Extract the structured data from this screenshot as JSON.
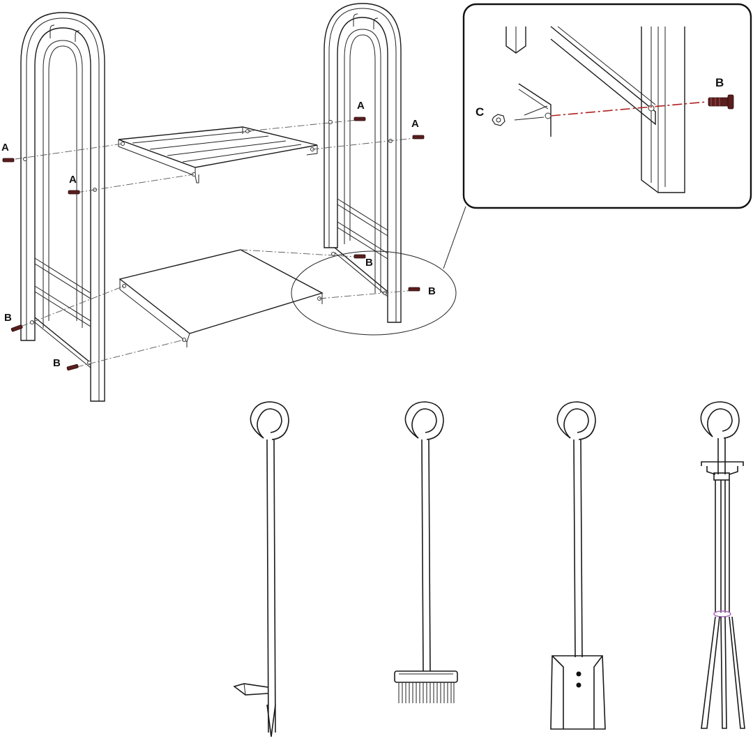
{
  "labels": {
    "bolt_a": "A",
    "bolt_b": "B",
    "nut_c": "C"
  },
  "icons": {
    "rack_frame": "log-rack-frame-icon",
    "upper_shelf": "upper-grate-shelf-icon",
    "lower_shelf": "lower-solid-shelf-icon",
    "bolt": "bolt-icon",
    "nut": "hex-nut-icon",
    "poker": "fireplace-poker-icon",
    "brush": "fireplace-brush-icon",
    "shovel": "fireplace-shovel-icon",
    "tongs": "fireplace-tongs-icon"
  },
  "colors": {
    "line": "#1a1a1a",
    "bolt": "#5a1e1e",
    "guide_highlight": "#b02020",
    "tongs_ring": "#b070c0"
  }
}
